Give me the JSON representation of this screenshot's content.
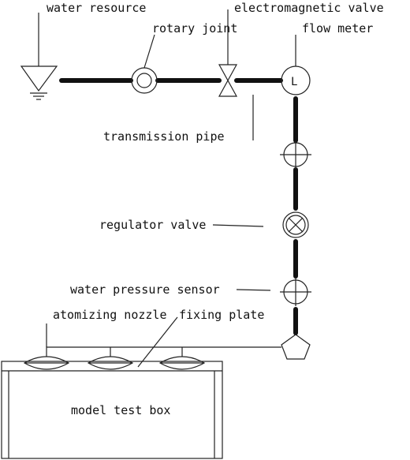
{
  "labels": {
    "water_resource": "water resource",
    "rotary_joint": "rotary joint",
    "electromagnetic_valve": "electromagnetic valve",
    "flow_meter": "flow meter",
    "transmission_pipe": "transmission pipe",
    "regulator_valve": "regulator valve",
    "water_pressure_sensor": "water pressure sensor",
    "atomizing_nozzle": "atomizing nozzle",
    "fixing_plate": "fixing plate",
    "model_test_box": "model test box",
    "flow_meter_symbol": "L"
  }
}
